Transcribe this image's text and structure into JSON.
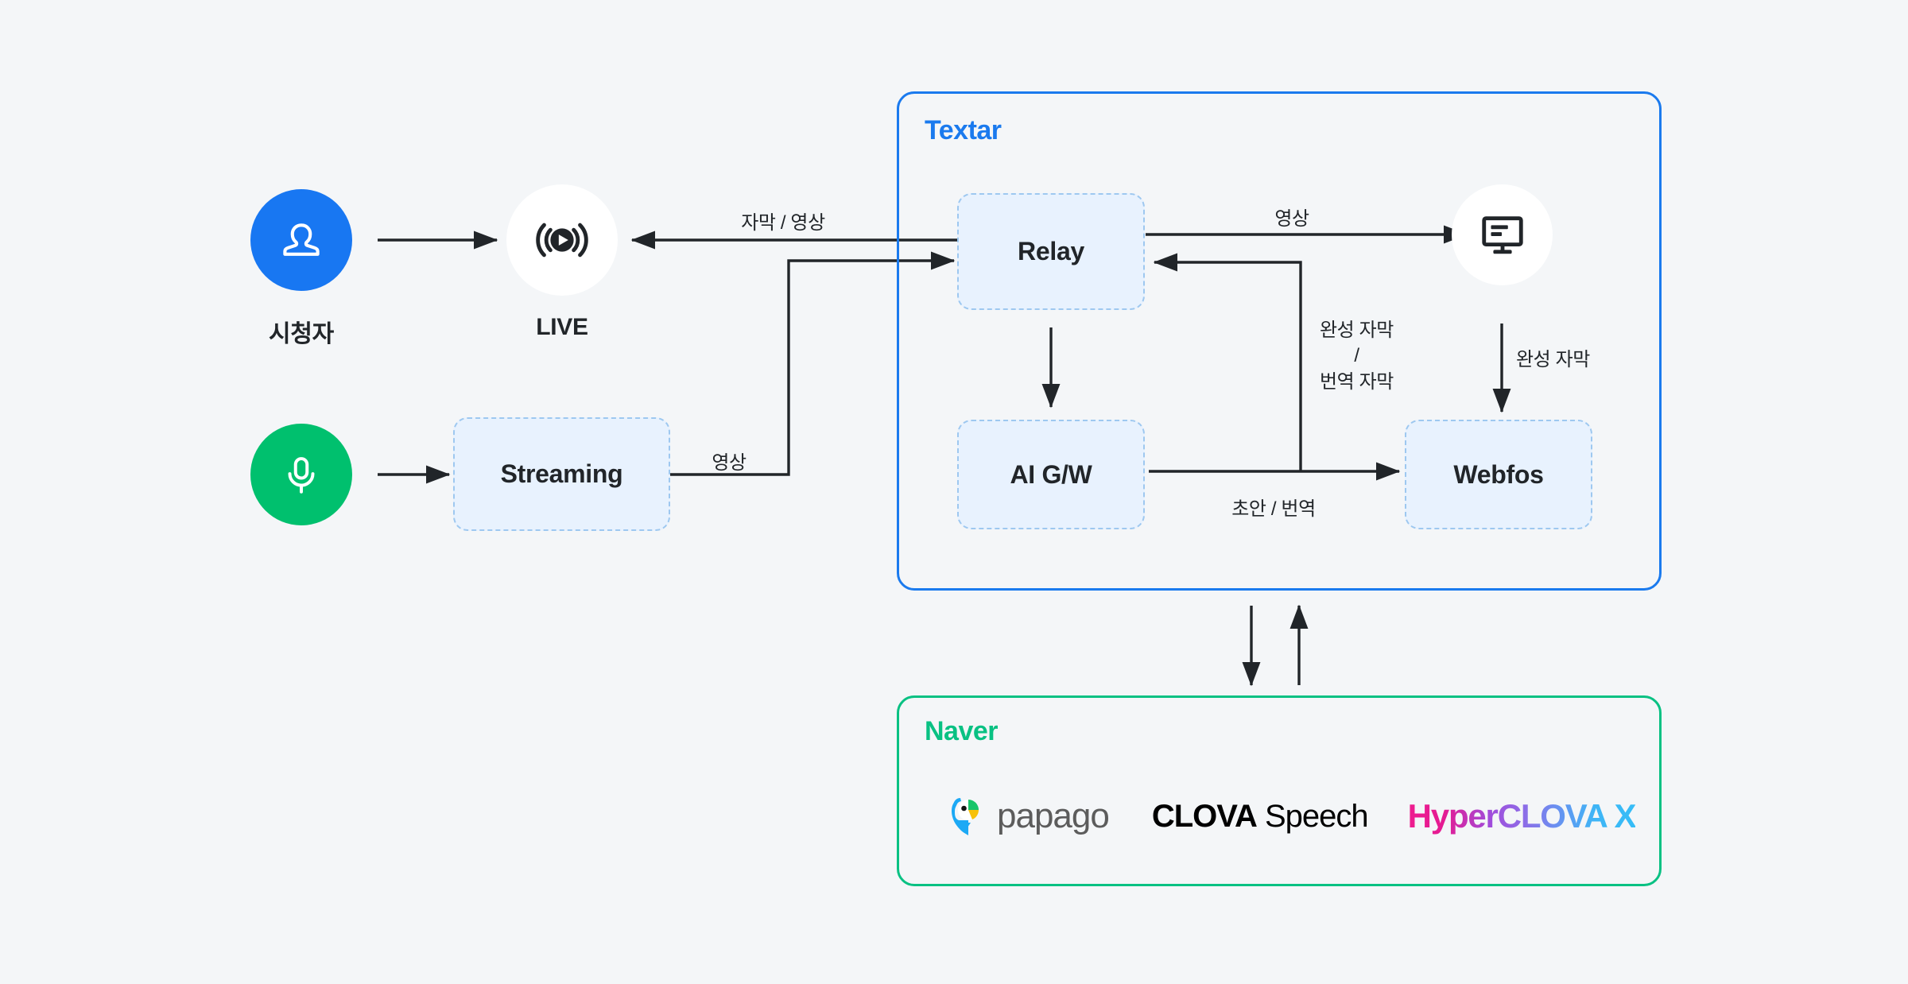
{
  "canvas": {
    "background": "#f4f6f8"
  },
  "colors": {
    "accent_blue": "#1a7aee",
    "accent_green": "#09c183",
    "viewer_circle": "#1877f2",
    "mic_circle": "#00c06e",
    "node_fill": "#e8f2fe",
    "node_border": "#9ec8f0",
    "arrow": "#212529"
  },
  "left_column": {
    "viewer": {
      "caption": "시청자",
      "icon": "person-icon"
    },
    "live": {
      "caption": "LIVE",
      "icon": "live-broadcast-icon"
    },
    "mic": {
      "icon": "microphone-icon"
    },
    "streaming": {
      "label": "Streaming"
    }
  },
  "textar": {
    "title": "Textar",
    "nodes": {
      "relay": "Relay",
      "ai_gw": "AI G/W",
      "webfos": "Webfos",
      "monitor": {
        "icon": "monitor-icon"
      }
    }
  },
  "naver": {
    "title": "Naver",
    "logos": [
      {
        "name": "papago",
        "text": "papago",
        "icon": "papago-parrot-icon"
      },
      {
        "name": "clova-speech",
        "bold": "CLOVA",
        "regular": "Speech"
      },
      {
        "name": "hyperclova-x",
        "text": "HyperCLOVA X"
      }
    ]
  },
  "edges": [
    {
      "id": "viewer-to-live",
      "label": ""
    },
    {
      "id": "relay-to-live",
      "label": "자막 / 영상"
    },
    {
      "id": "mic-to-streaming",
      "label": ""
    },
    {
      "id": "streaming-to-relay",
      "label": "영상"
    },
    {
      "id": "relay-to-monitor",
      "label": "영상"
    },
    {
      "id": "webfos-to-relay",
      "label_line1": "완성 자막",
      "label_line2": "/",
      "label_line3": "번역 자막"
    },
    {
      "id": "monitor-to-webfos",
      "label": "완성 자막"
    },
    {
      "id": "aigw-to-webfos",
      "label": "초안 / 번역"
    },
    {
      "id": "textar-to-naver",
      "label": ""
    },
    {
      "id": "naver-to-textar",
      "label": ""
    }
  ]
}
